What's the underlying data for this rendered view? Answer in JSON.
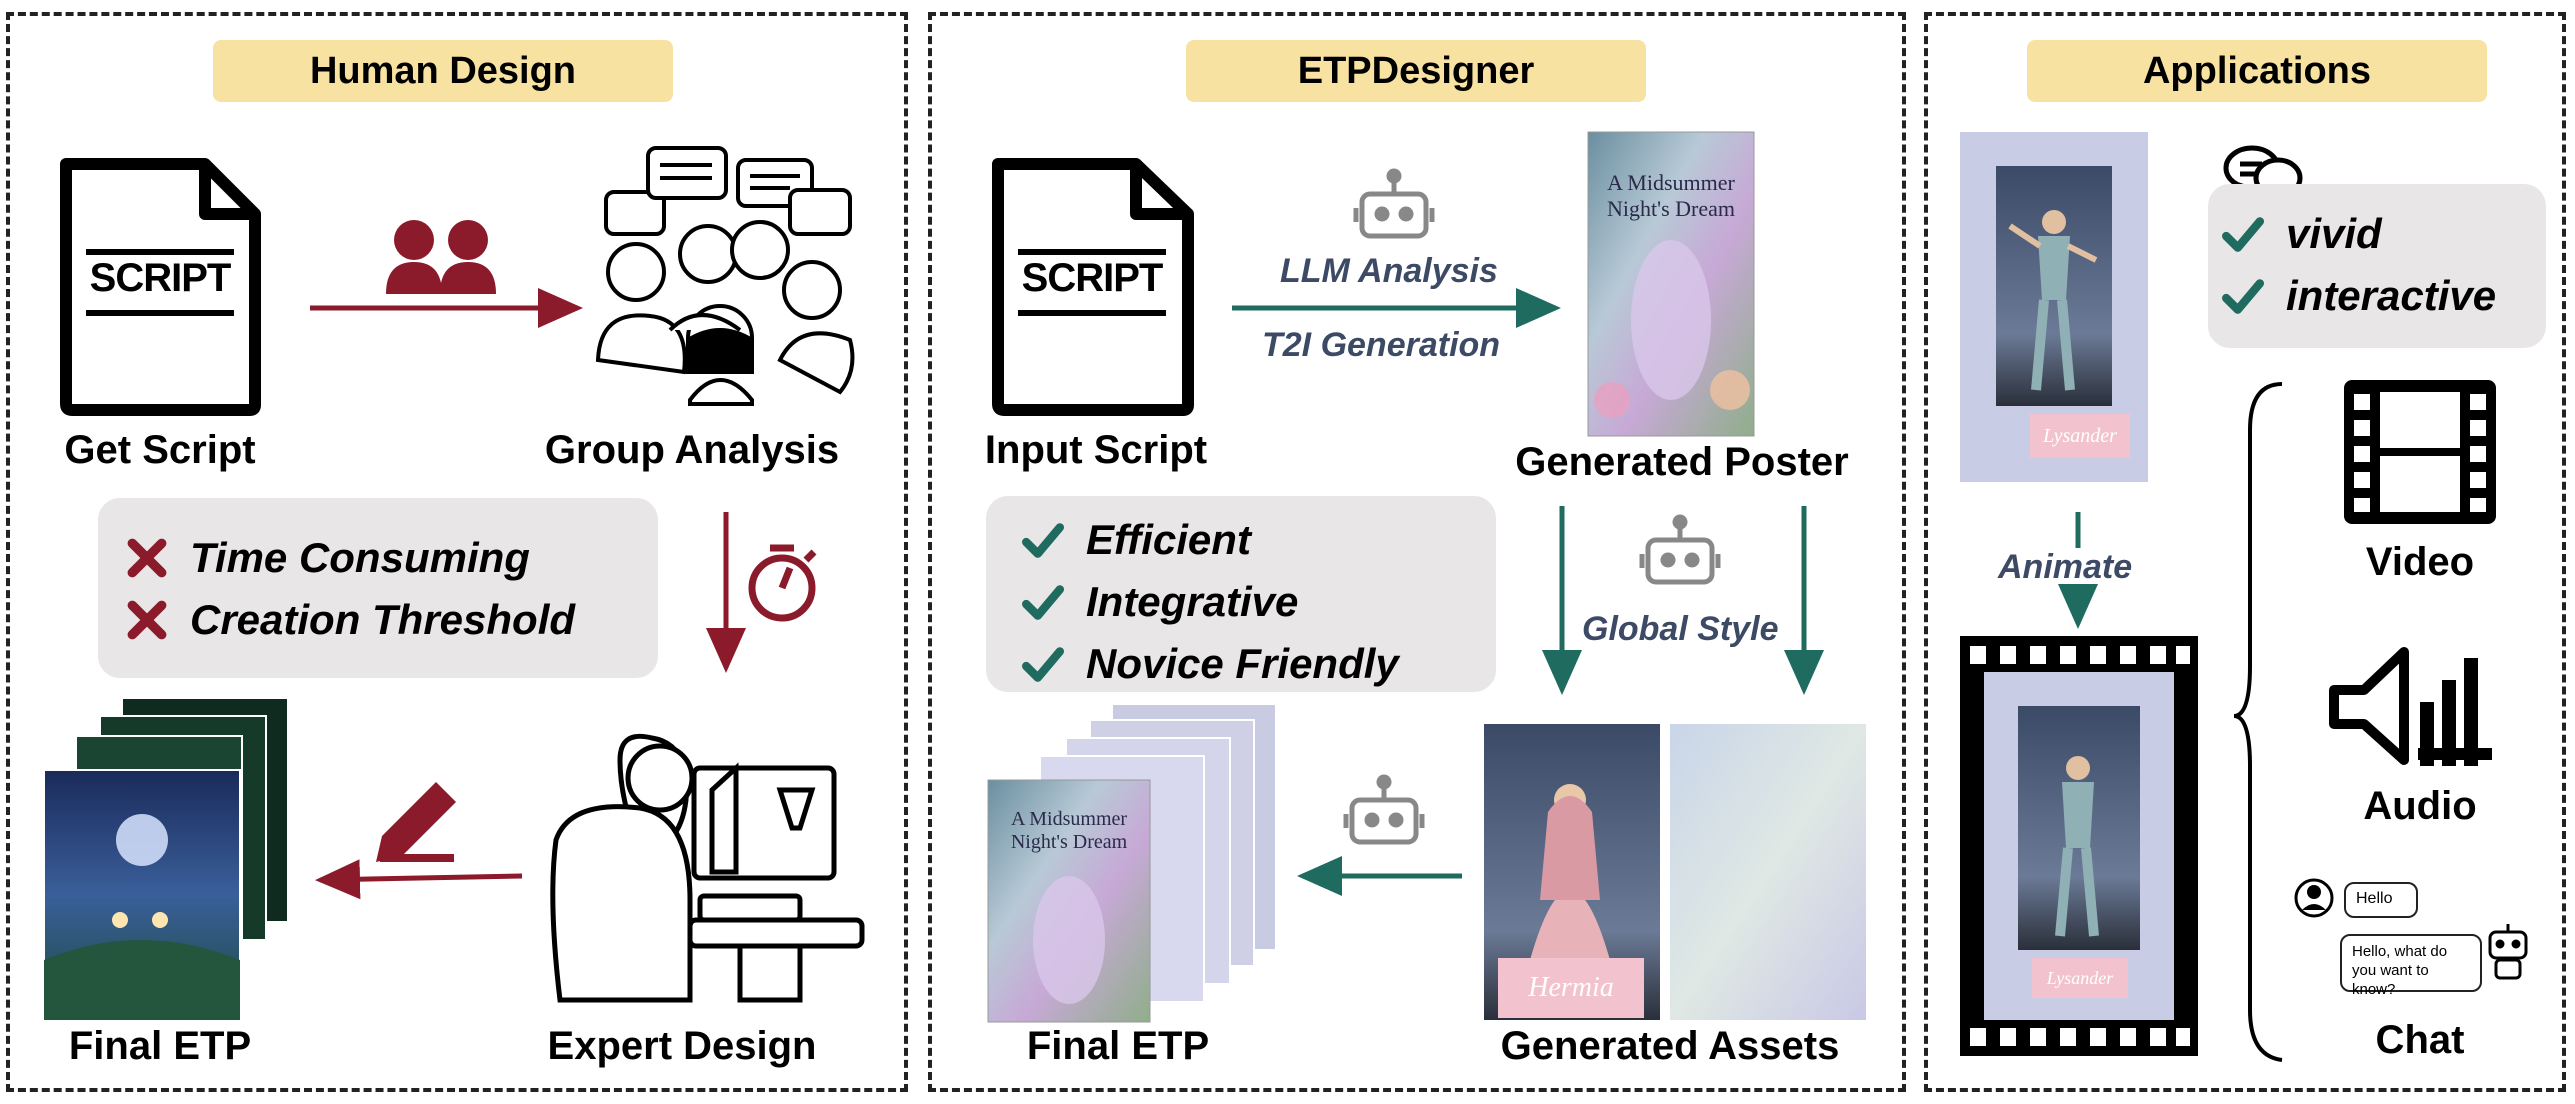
{
  "panels": {
    "human": {
      "title": "Human Design",
      "get_script": "Get Script",
      "group_analysis": "Group Analysis",
      "expert_design": "Expert Design",
      "final_etp": "Final ETP",
      "script_word": "SCRIPT",
      "cons": [
        "Time Consuming",
        "Creation Threshold"
      ]
    },
    "etp": {
      "title": "ETPDesigner",
      "input_script": "Input Script",
      "script_word": "SCRIPT",
      "llm_analysis": "LLM Analysis",
      "t2i_generation": "T2I Generation",
      "generated_poster": "Generated Poster",
      "global_style": "Global Style",
      "generated_assets": "Generated Assets",
      "final_etp": "Final ETP",
      "pros": [
        "Efficient",
        "Integrative",
        "Novice Friendly"
      ],
      "poster_title": "A Midsummer Night's Dream",
      "asset_tag": "Hermia"
    },
    "apps": {
      "title": "Applications",
      "features": [
        "vivid",
        "interactive"
      ],
      "animate": "Animate",
      "video": "Video",
      "audio": "Audio",
      "chat": "Chat",
      "lysander_tag": "Lysander",
      "chat_hello": "Hello",
      "chat_reply": "Hello, what do you want to know?"
    }
  },
  "colors": {
    "human_accent": "#8b1a2b",
    "etp_accent": "#1f6b5f",
    "title_pill": "#f8e2a2",
    "gray_box": "#e8e6e6",
    "arrow_label": "#3c4a66"
  }
}
